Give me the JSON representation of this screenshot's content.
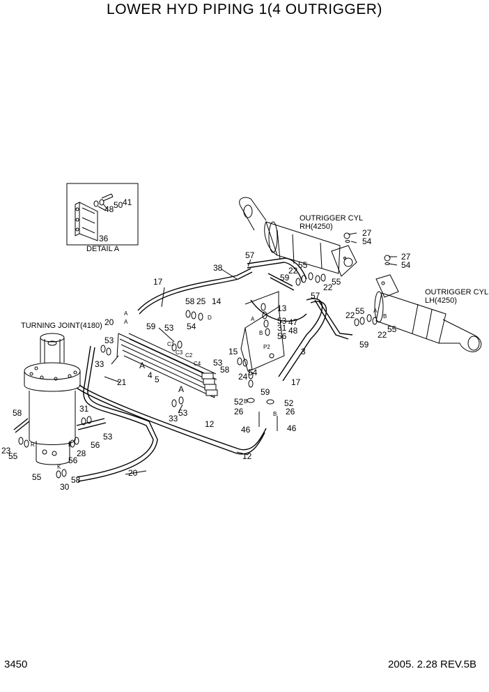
{
  "title": "LOWER HYD PIPING 1(4 OUTRIGGER)",
  "page_number": "3450",
  "revision": "2005. 2.28  REV.5B",
  "captions": {
    "detail_a": "DETAIL A",
    "outrigger_rh_1": "OUTRIGGER CYL",
    "outrigger_rh_2": "RH(4250)",
    "outrigger_lh_1": "OUTRIGGER CYL",
    "outrigger_lh_2": "LH(4250)",
    "turning_joint": "TURNING JOINT(4180)"
  },
  "part_labels": [
    {
      "id": "p41",
      "text": "41"
    },
    {
      "id": "p50",
      "text": "50"
    },
    {
      "id": "p48a",
      "text": "48"
    },
    {
      "id": "p36",
      "text": "36"
    },
    {
      "id": "p27a",
      "text": "27"
    },
    {
      "id": "p54a",
      "text": "54"
    },
    {
      "id": "p27b",
      "text": "27"
    },
    {
      "id": "p54b",
      "text": "54"
    },
    {
      "id": "p57a",
      "text": "57"
    },
    {
      "id": "p38",
      "text": "38"
    },
    {
      "id": "p55a",
      "text": "55"
    },
    {
      "id": "p22a",
      "text": "22"
    },
    {
      "id": "p59a",
      "text": "59"
    },
    {
      "id": "p22b",
      "text": "22"
    },
    {
      "id": "p55b",
      "text": "55"
    },
    {
      "id": "p17a",
      "text": "17"
    },
    {
      "id": "p58a",
      "text": "58"
    },
    {
      "id": "p25",
      "text": "25"
    },
    {
      "id": "p14",
      "text": "14"
    },
    {
      "id": "p13",
      "text": "13"
    },
    {
      "id": "p57b",
      "text": "57"
    },
    {
      "id": "p55c",
      "text": "55"
    },
    {
      "id": "p22c",
      "text": "22"
    },
    {
      "id": "p20a",
      "text": "20"
    },
    {
      "id": "p59b",
      "text": "59"
    },
    {
      "id": "p53a",
      "text": "53"
    },
    {
      "id": "p54c",
      "text": "54"
    },
    {
      "id": "p53b",
      "text": "53"
    },
    {
      "id": "p31a",
      "text": "31"
    },
    {
      "id": "p56a",
      "text": "56"
    },
    {
      "id": "p47",
      "text": "47"
    },
    {
      "id": "p48b",
      "text": "48"
    },
    {
      "id": "p55d",
      "text": "55"
    },
    {
      "id": "p22d",
      "text": "22"
    },
    {
      "id": "p59c",
      "text": "59"
    },
    {
      "id": "p15",
      "text": "15"
    },
    {
      "id": "p3",
      "text": "3"
    },
    {
      "id": "p53c",
      "text": "53"
    },
    {
      "id": "p33a",
      "text": "33"
    },
    {
      "id": "p53d",
      "text": "53"
    },
    {
      "id": "p58b",
      "text": "58"
    },
    {
      "id": "p4",
      "text": "4"
    },
    {
      "id": "p5",
      "text": "5"
    },
    {
      "id": "pA1",
      "text": "A"
    },
    {
      "id": "pA2",
      "text": "A"
    },
    {
      "id": "p21",
      "text": "21"
    },
    {
      "id": "p24",
      "text": "24"
    },
    {
      "id": "p54d",
      "text": "54"
    },
    {
      "id": "p17b",
      "text": "17"
    },
    {
      "id": "p59d",
      "text": "59"
    },
    {
      "id": "p52a",
      "text": "52"
    },
    {
      "id": "p52b",
      "text": "52"
    },
    {
      "id": "p26a",
      "text": "26"
    },
    {
      "id": "p26b",
      "text": "26"
    },
    {
      "id": "p33b",
      "text": "33"
    },
    {
      "id": "p53e",
      "text": "53"
    },
    {
      "id": "p12a",
      "text": "12"
    },
    {
      "id": "p46a",
      "text": "46"
    },
    {
      "id": "p46b",
      "text": "46"
    },
    {
      "id": "p12b",
      "text": "12"
    },
    {
      "id": "p58c",
      "text": "58"
    },
    {
      "id": "p31b",
      "text": "31"
    },
    {
      "id": "p23",
      "text": "23"
    },
    {
      "id": "p55e",
      "text": "55"
    },
    {
      "id": "p56b",
      "text": "56"
    },
    {
      "id": "p53f",
      "text": "53"
    },
    {
      "id": "p28",
      "text": "28"
    },
    {
      "id": "p56c",
      "text": "56"
    },
    {
      "id": "p55f",
      "text": "55"
    },
    {
      "id": "p58d",
      "text": "58"
    },
    {
      "id": "p30",
      "text": "30"
    },
    {
      "id": "p20b",
      "text": "20"
    }
  ]
}
